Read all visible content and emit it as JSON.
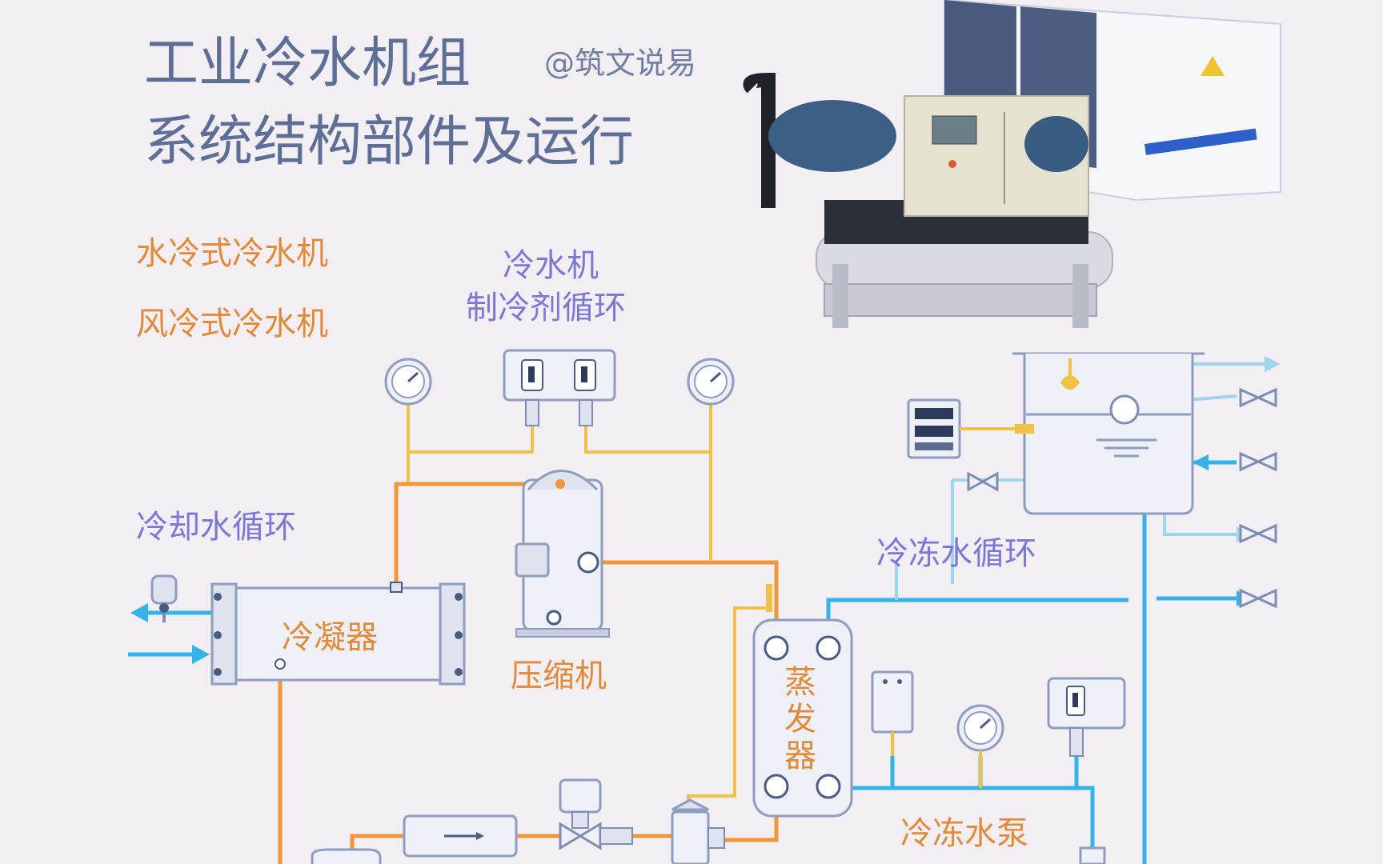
{
  "title": {
    "line1": "工业冷水机组",
    "handle": "@筑文说易",
    "line2": "系统结构部件及运行"
  },
  "types": {
    "water_cooled": "水冷式冷水机",
    "air_cooled": "风冷式冷水机"
  },
  "loops": {
    "refrigerant_line1": "冷水机",
    "refrigerant_line2": "制冷剂循环",
    "cooling_water": "冷却水循环",
    "chilled_water": "冷冻水循环"
  },
  "components": {
    "condenser": "冷凝器",
    "compressor": "压缩机",
    "evaporator_1": "蒸",
    "evaporator_2": "发",
    "evaporator_3": "器",
    "chilled_pump": "冷冻水泵"
  },
  "colors": {
    "refrigerant_hot": "#ee9638",
    "refrigerant_gauge": "#f2c248",
    "chilled_water": "#35b3e8",
    "label_orange": "#e08a3c",
    "label_purple": "#7b78d4",
    "title": "#5d6f95"
  }
}
